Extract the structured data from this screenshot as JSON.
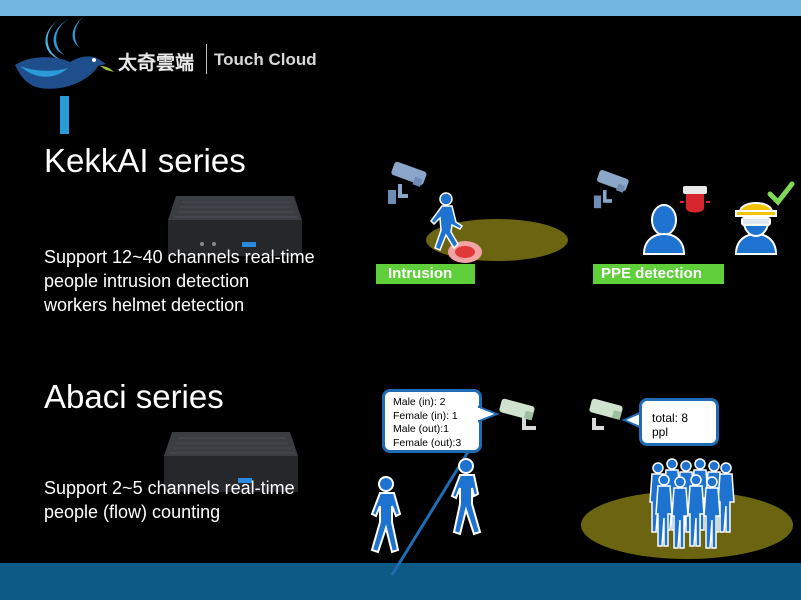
{
  "header": {
    "brand_cn": "太奇雲端",
    "brand_en": "Touch Cloud"
  },
  "kekkai": {
    "title": "KekkAI series",
    "lines": [
      "Support 12~40 channels real-time",
      "people intrusion detection",
      "workers helmet detection"
    ],
    "label_intrusion": "Intrusion",
    "label_ppe": "PPE detection"
  },
  "abaci": {
    "title": "Abaci series",
    "lines": [
      "Support 2~5 channels real-time",
      "people (flow) counting"
    ],
    "counts": [
      "Male (in): 2",
      "Female (in): 1",
      "Male (out):1",
      "Female (out):3"
    ],
    "total": "total: 8 ppl"
  },
  "colors": {
    "top_bar": "#74b6e2",
    "bottom_bar": "#0d5a86",
    "label_green": "#5fcf3a",
    "ground_ellipse": "#6b6410",
    "bubble_border": "#1f6cb5",
    "people_blue": "#1e72d0"
  }
}
